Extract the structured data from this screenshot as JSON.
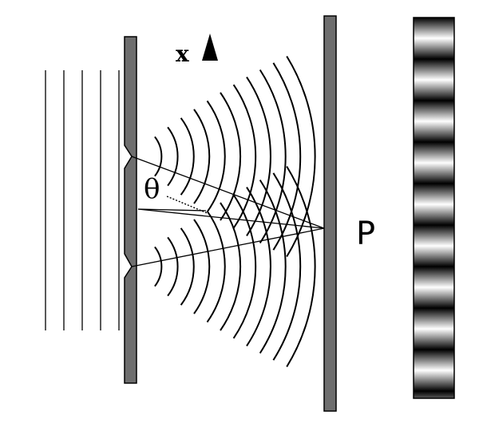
{
  "labels": {
    "axis": "x",
    "angle": "θ",
    "point": "P"
  },
  "colors": {
    "barrier": "#6e6e6e",
    "lines": "#000000",
    "background": "#ffffff"
  },
  "interference_pattern": {
    "bright_fringes": 10
  }
}
